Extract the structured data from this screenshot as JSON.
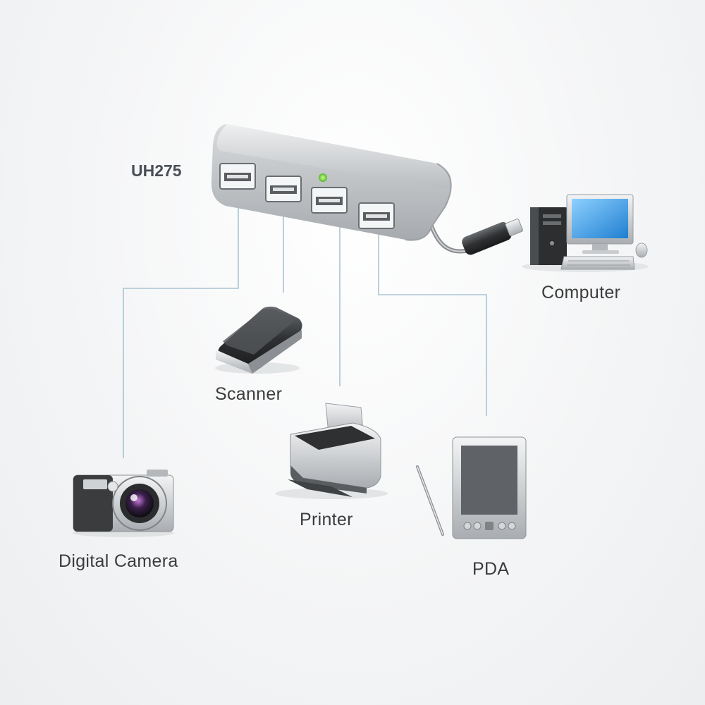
{
  "hub": {
    "model": "UH275"
  },
  "devices": {
    "computer": {
      "label": "Computer"
    },
    "scanner": {
      "label": "Scanner"
    },
    "printer": {
      "label": "Printer"
    },
    "camera": {
      "label": "Digital Camera"
    },
    "pda": {
      "label": "PDA"
    }
  },
  "colors": {
    "connector_line": "#a9c3d3",
    "led": "#7fd13b",
    "hub_body": "#c9cbcd",
    "screen": "#3fa4e8"
  }
}
